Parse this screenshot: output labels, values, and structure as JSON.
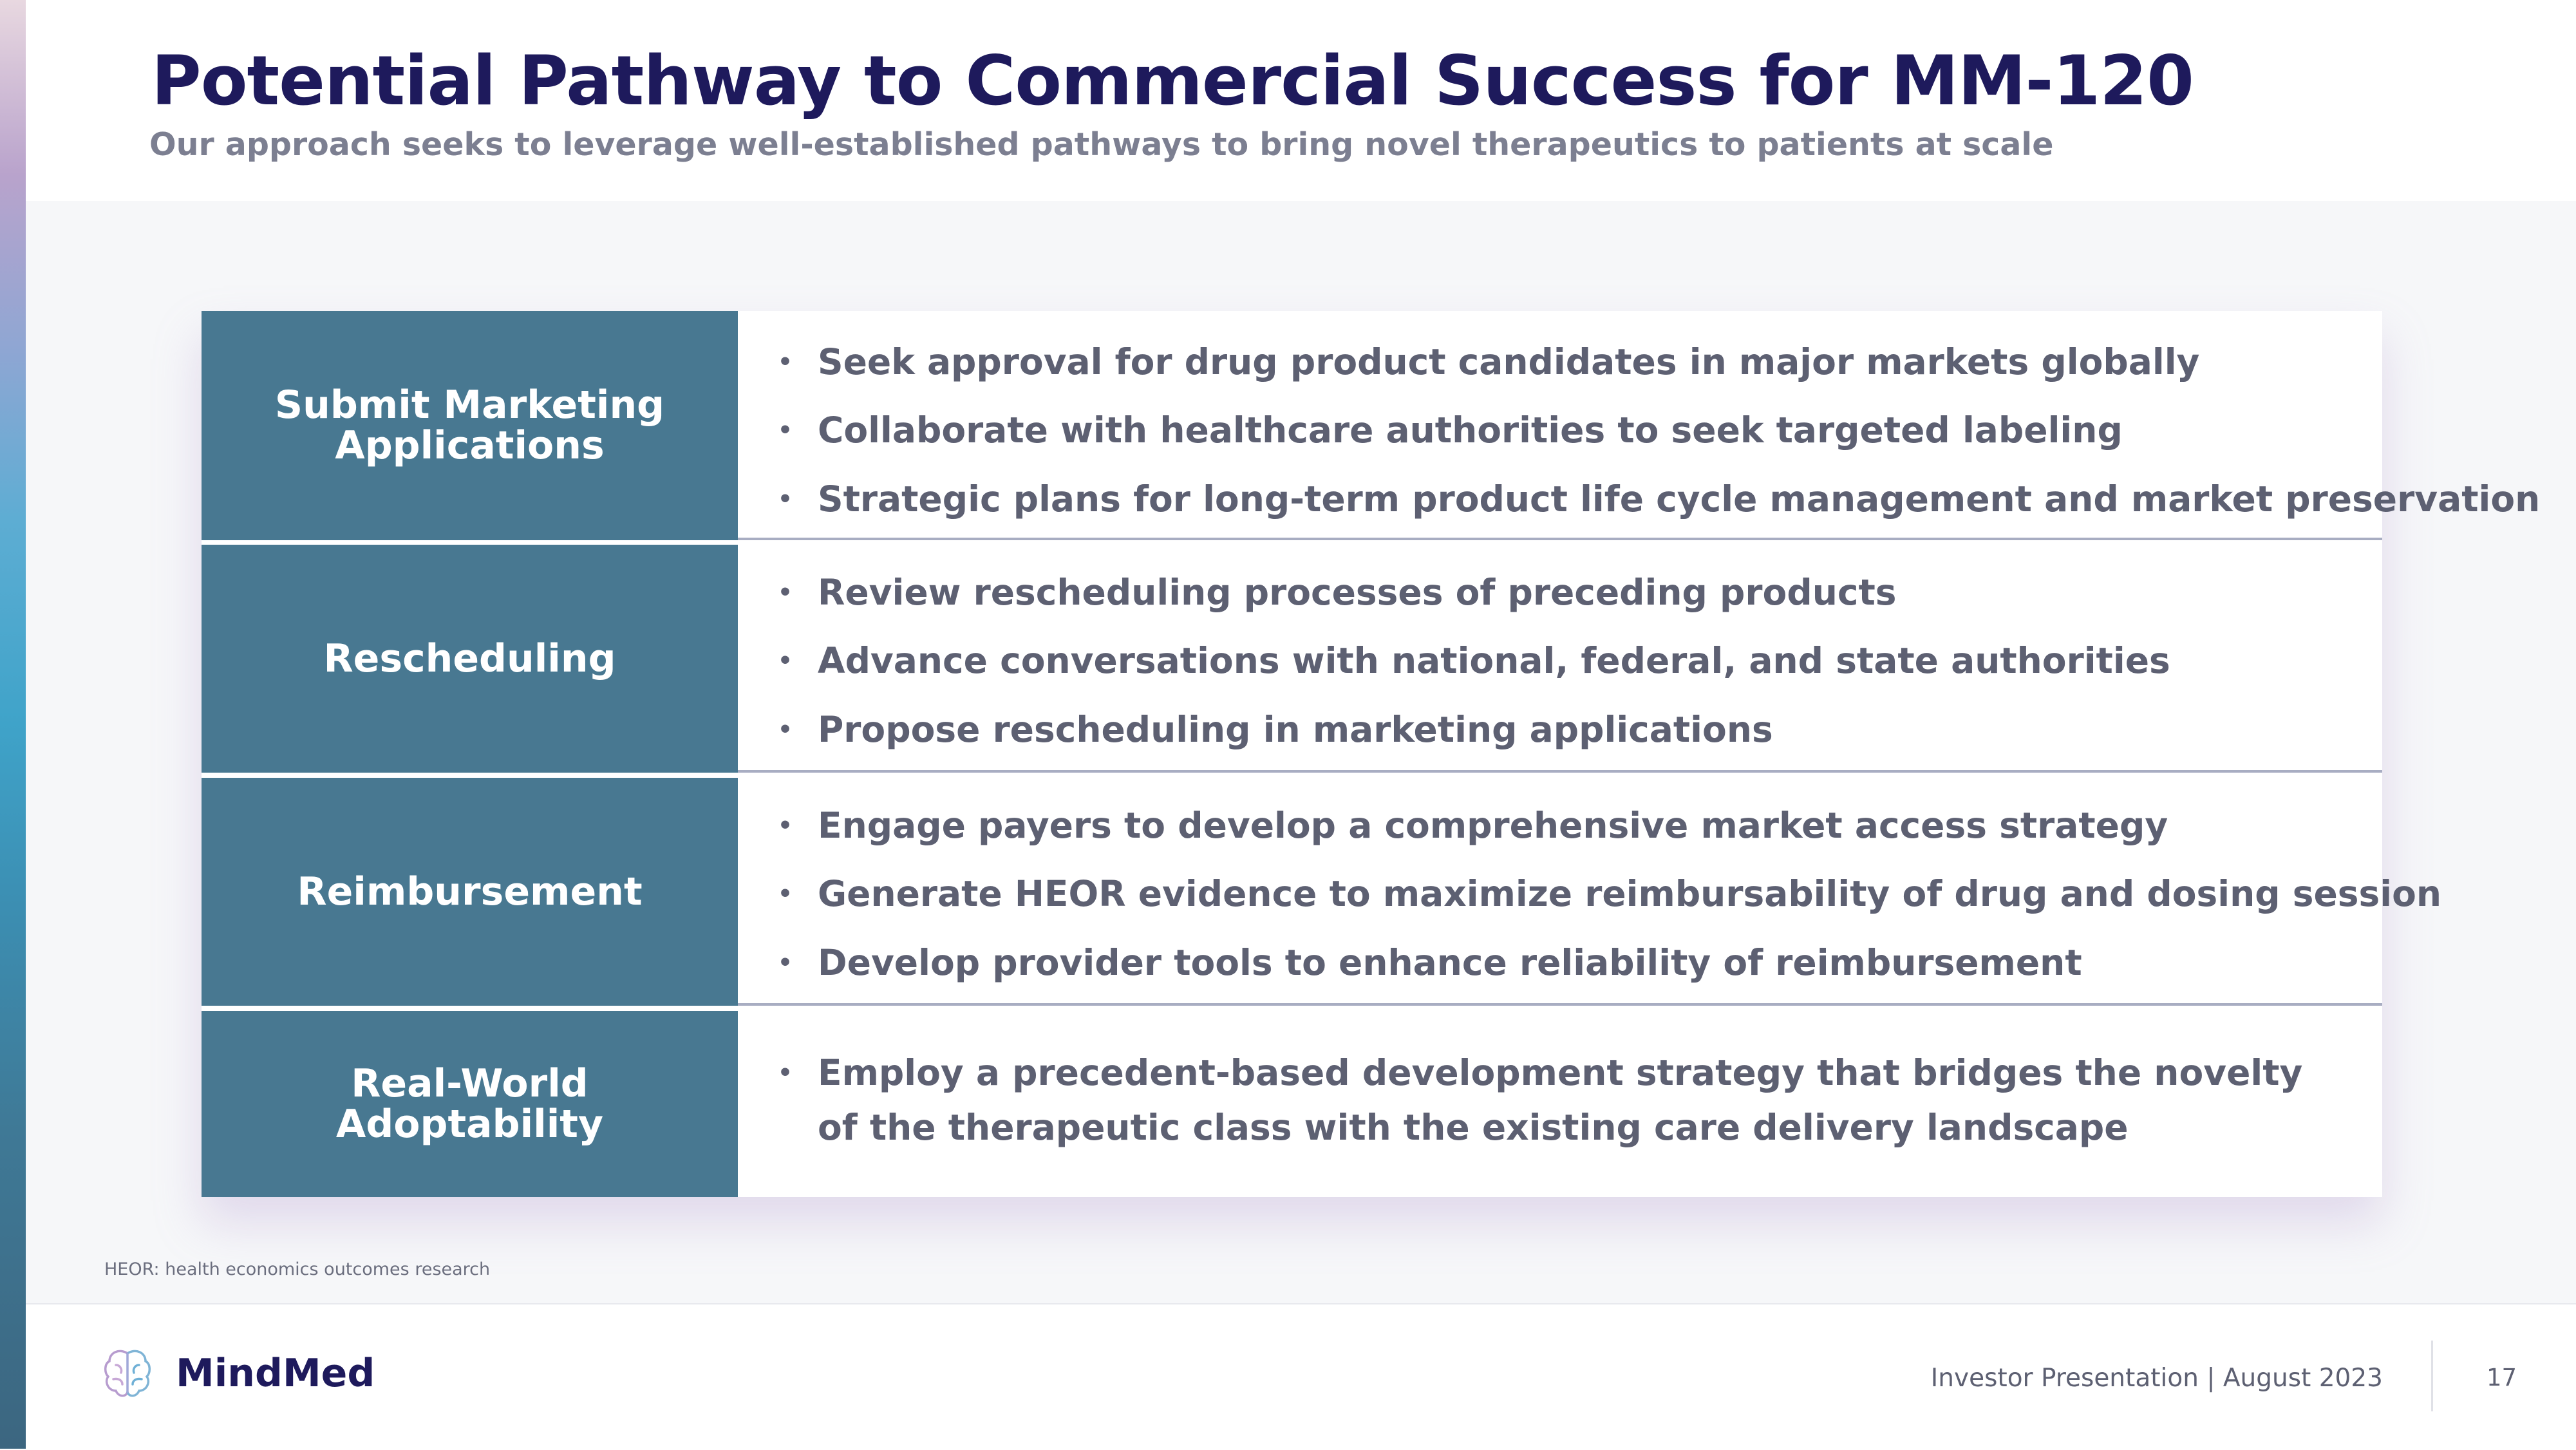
{
  "header": {
    "title": "Potential Pathway to Commercial Success for MM-120",
    "subtitle": "Our approach seeks to leverage well-established pathways to bring novel therapeutics to patients at scale"
  },
  "rows": [
    {
      "label": "Submit Marketing Applications",
      "bullets": [
        "Seek approval for drug product candidates in major markets globally",
        "Collaborate with healthcare authorities to seek targeted labeling",
        "Strategic plans for long-term product life cycle management and market preservation"
      ]
    },
    {
      "label": "Rescheduling",
      "bullets": [
        "Review rescheduling processes of preceding products",
        "Advance conversations with national, federal, and state authorities",
        "Propose rescheduling in marketing applications"
      ]
    },
    {
      "label": "Reimbursement",
      "bullets": [
        "Engage payers to develop a comprehensive market access strategy",
        "Generate HEOR evidence to maximize reimbursability of drug and dosing session",
        "Develop provider tools to enhance reliability of reimbursement"
      ]
    },
    {
      "label": "Real-World Adoptability",
      "bullets": [
        "Employ a precedent-based development strategy that bridges the novelty\nof the therapeutic class with the existing care delivery landscape"
      ]
    }
  ],
  "footnote": "HEOR: health economics outcomes research",
  "footer": {
    "brand": "MindMed",
    "presentation": "Investor Presentation | August 2023",
    "page_number": "17"
  },
  "colors": {
    "title": "#1e1a5c",
    "label_cell": "#487891",
    "bullet_text": "#5d6072"
  },
  "icons": {
    "logo": "brain-icon",
    "bullet": "bullet-dot"
  }
}
